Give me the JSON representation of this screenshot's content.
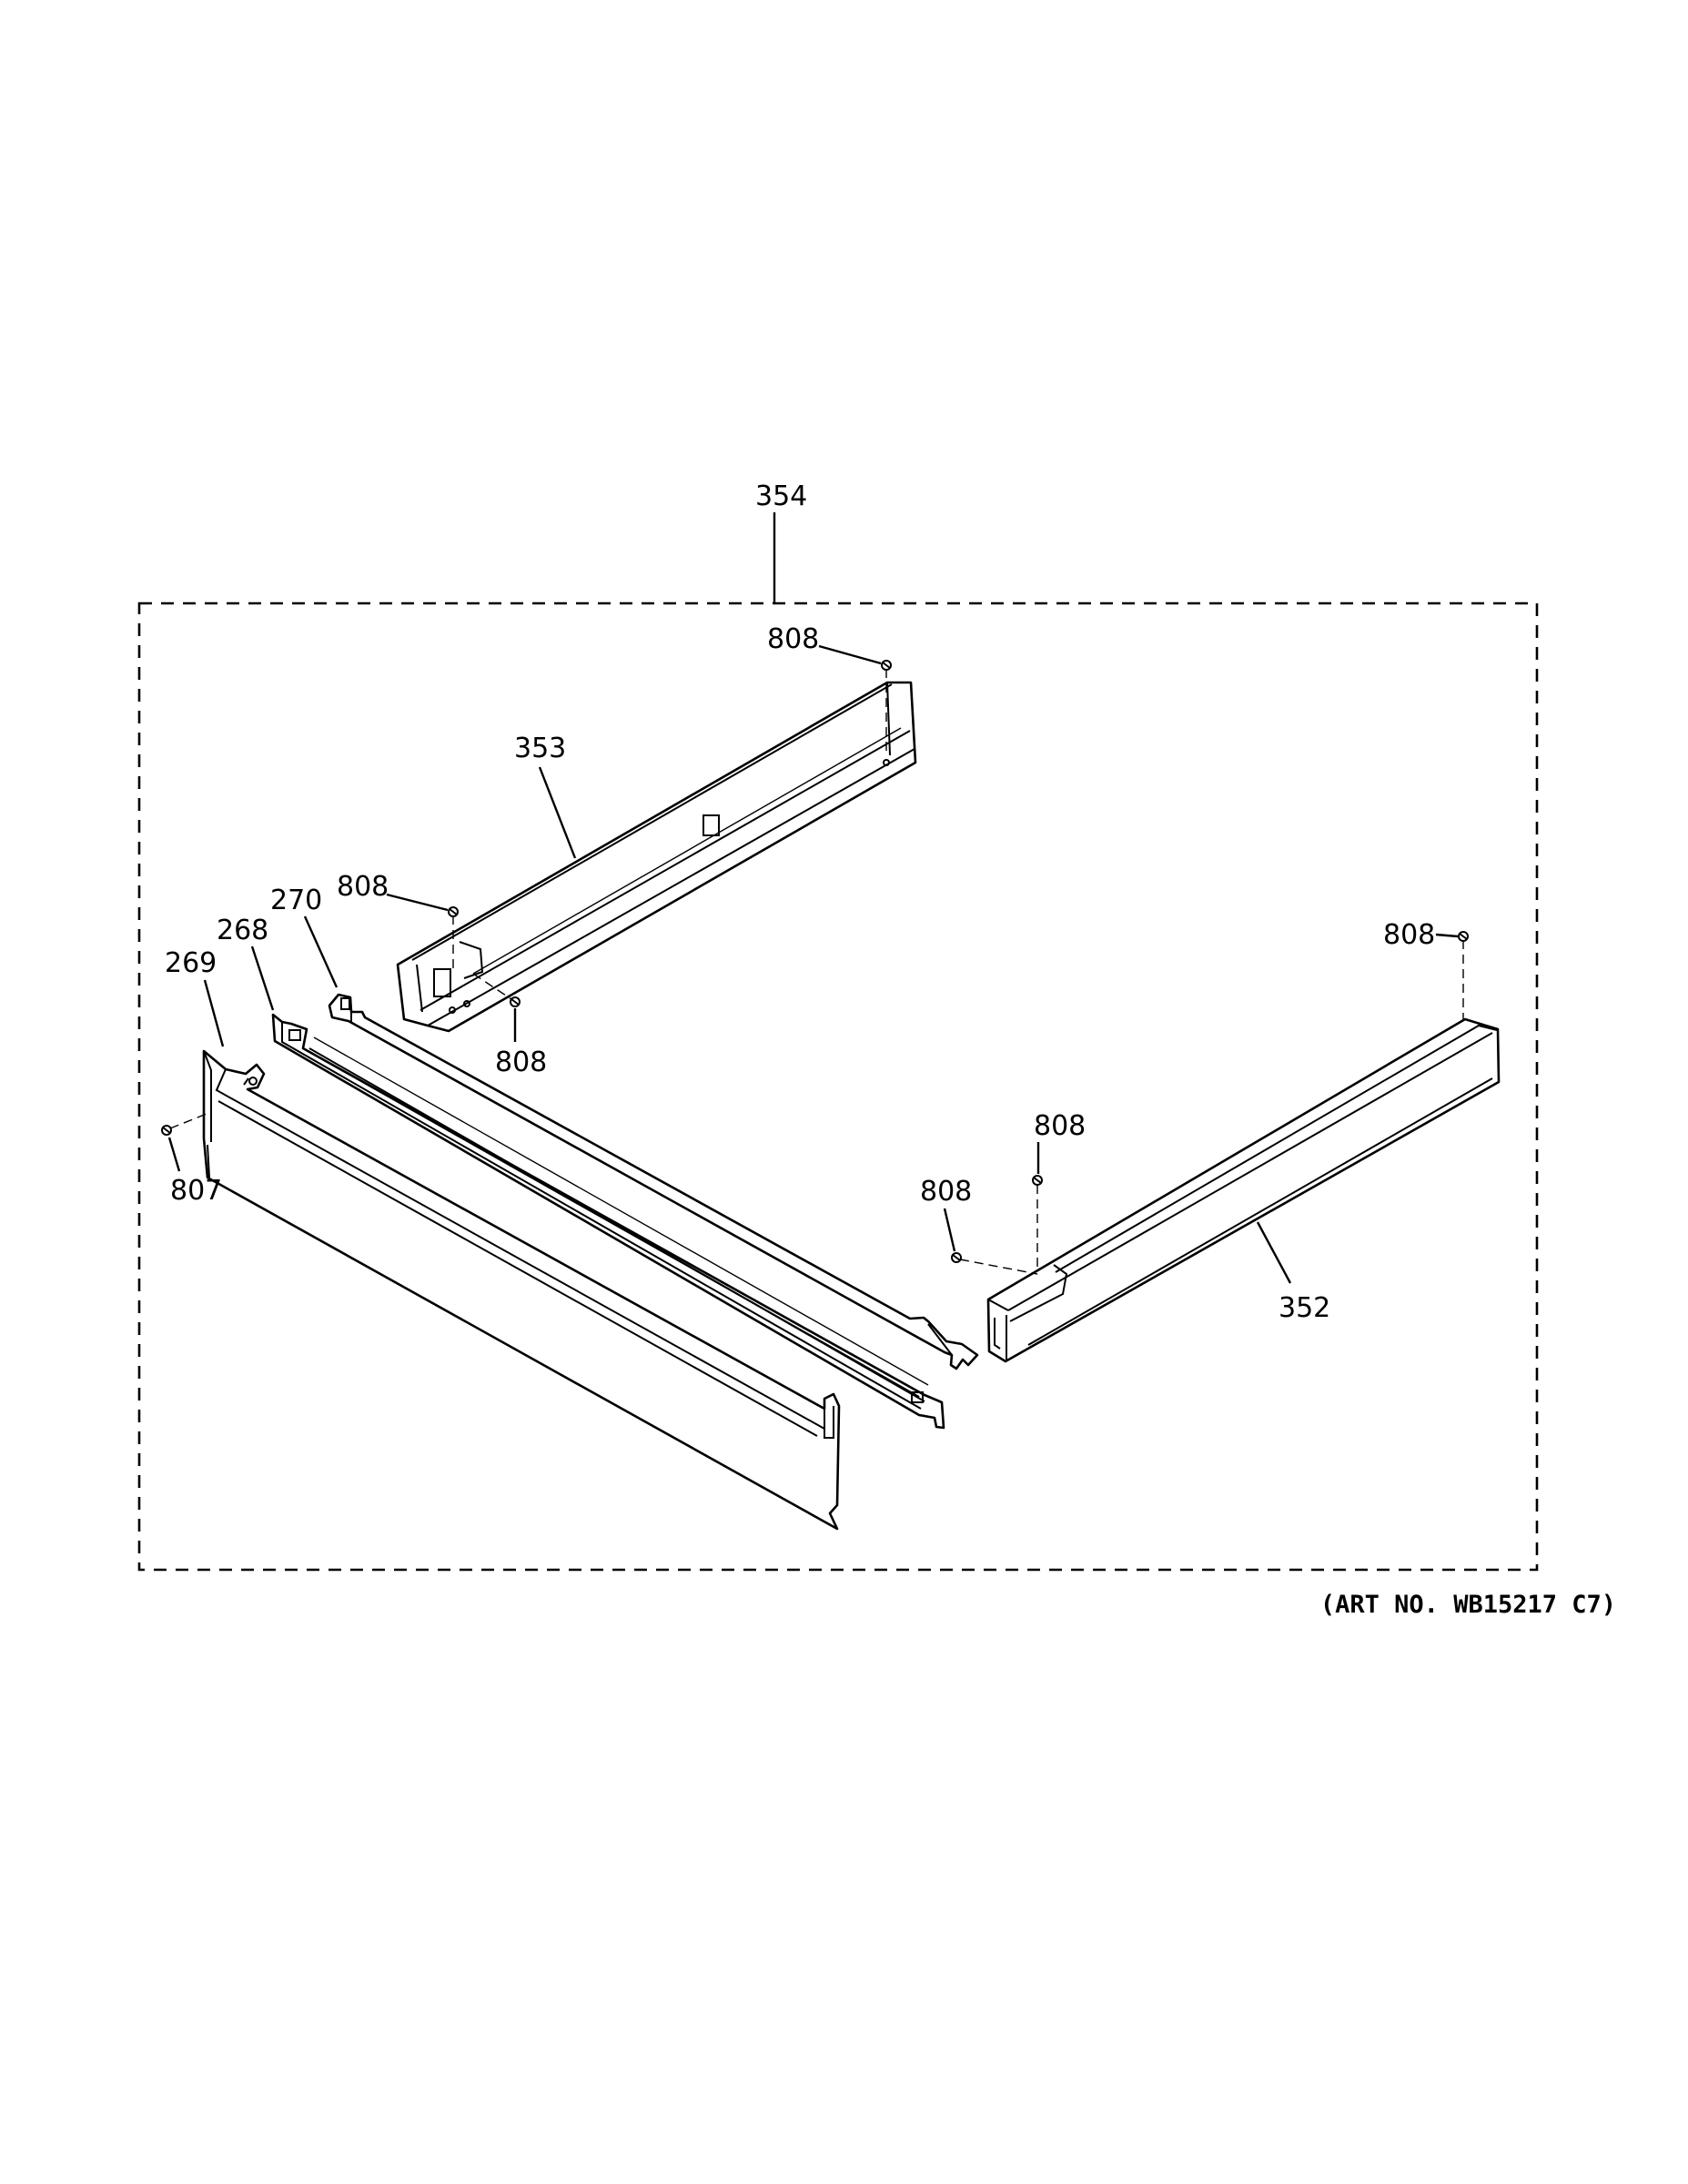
{
  "callouts": {
    "assembly_354": "354",
    "bracket_353": "353",
    "rail_352": "352",
    "trim_270": "270",
    "trim_268": "268",
    "trim_269": "269",
    "screw_807": "807",
    "screw_808_a": "808",
    "screw_808_b": "808",
    "screw_808_c": "808",
    "screw_808_d": "808",
    "screw_808_e": "808",
    "screw_808_f": "808"
  },
  "art_number": "(ART NO. WB15217 C7)"
}
